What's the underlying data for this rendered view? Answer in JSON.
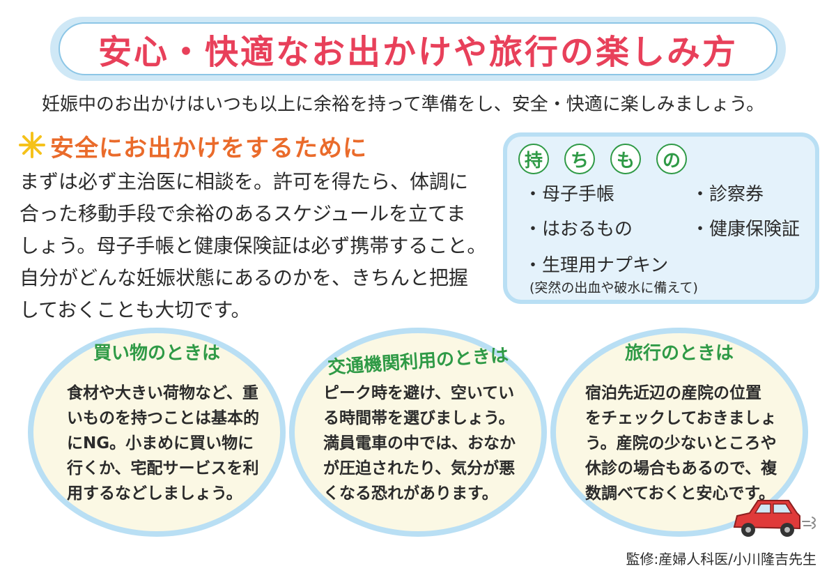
{
  "title": "安心・快適なお出かけや旅行の楽しみ方",
  "intro": "妊娠中のお出かけはいつも以上に余裕を持って準備をし、安全・快適に楽しみましょう。",
  "safety": {
    "heading": "安全にお出かけをするために",
    "lines": [
      "まずは必ず主治医に相談を。許可を得たら、体調に",
      "合った移動手段で余裕のあるスケジュールを立てま",
      "しょう。母子手帳と健康保険証は必ず携帯すること。",
      "自分がどんな妊娠状態にあるのかを、きちんと把握",
      "しておくことも大切です。"
    ]
  },
  "belongings": {
    "title_chars": [
      "持",
      "ち",
      "も",
      "の"
    ],
    "items": [
      "・母子手帳",
      "・診察券",
      "・はおるもの",
      "・健康保険証",
      "・生理用ナプキン"
    ],
    "note": "(突然の出血や破水に備えて)"
  },
  "tips": [
    {
      "title": "買い物のときは",
      "lines": [
        "食材や大きい荷物など、重",
        "いものを持つことは基本的",
        "にNG。小まめに買い物に",
        "行くか、宅配サービスを利",
        "用するなどしましょう。"
      ]
    },
    {
      "title": "交通機関利用のときは",
      "lines": [
        "ピーク時を避け、空いてい",
        "る時間帯を選びましょう。",
        "満員電車の中では、おなか",
        "が圧迫されたり、気分が悪",
        "くなる恐れがあります。"
      ]
    },
    {
      "title": "旅行のときは",
      "lines": [
        "宿泊先近辺の産院の位置",
        "をチェックしておきましょ",
        "う。産院の少ないところや",
        "休診の場合もあるので、複",
        "数調べておくと安心です。"
      ]
    }
  ],
  "credit": "監修:産婦人科医/小川隆吉先生",
  "colors": {
    "title": "#e8405a",
    "heading": "#ea6b2b",
    "green": "#2f9a46",
    "frame": "#b9dff4",
    "bubble": "#fbf8e4",
    "car": "#e03a3a"
  },
  "icons": [
    "sun-icon",
    "car-icon"
  ]
}
